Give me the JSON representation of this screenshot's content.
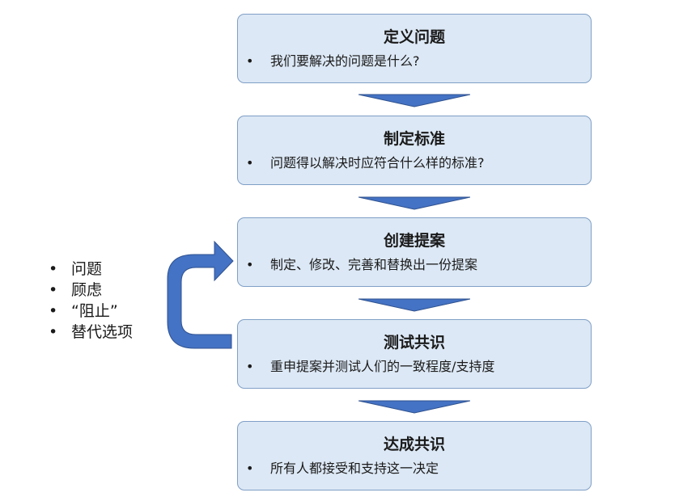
{
  "steps": [
    {
      "title": "定义问题",
      "bullet": "我们要解决的问题是什么?"
    },
    {
      "title": "制定标准",
      "bullet": "问题得以解决时应符合什么样的标准?"
    },
    {
      "title": "创建提案",
      "bullet": "制定、修改、完善和替换出一份提案"
    },
    {
      "title": "测试共识",
      "bullet": "重申提案并测试人们的一致程度/支持度"
    },
    {
      "title": "达成共识",
      "bullet": "所有人都接受和支持这一决定"
    }
  ],
  "side_list": [
    "问题",
    "顾虑",
    "“阻止”",
    "替代选项"
  ],
  "bullet_glyph": "•",
  "colors": {
    "box_fill": "#dce8f5",
    "box_border": "#7f9fc6",
    "arrow_fill": "#4472c4",
    "arrow_stroke": "#2f528f"
  }
}
